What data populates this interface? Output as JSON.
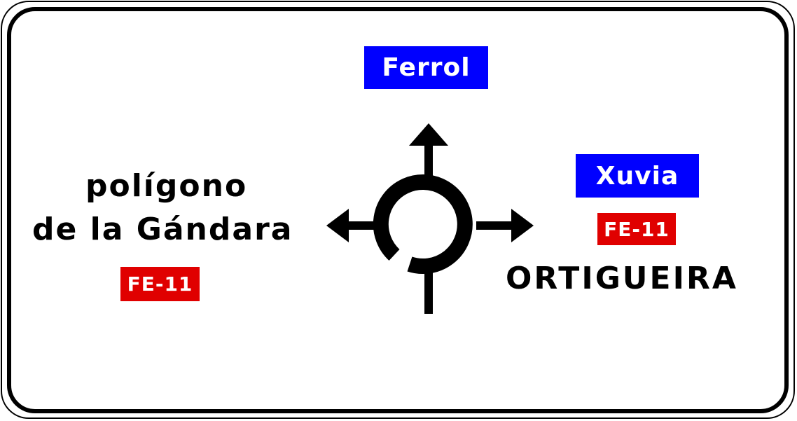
{
  "sign": {
    "colors": {
      "background": "#ffffff",
      "border": "#000000",
      "blue_plate": "#0000ff",
      "red_plate": "#e00000",
      "symbol": "#000000"
    },
    "north": {
      "destination": "Ferrol"
    },
    "east": {
      "destination_plate": "Xuvia",
      "road_number": "FE-11",
      "destination": "ORTIGUEIRA"
    },
    "west": {
      "destination_line1": "polígono",
      "destination_line2": "de la Gándara",
      "road_number": "FE-11"
    },
    "symbol": "roundabout-diagram-icon"
  }
}
